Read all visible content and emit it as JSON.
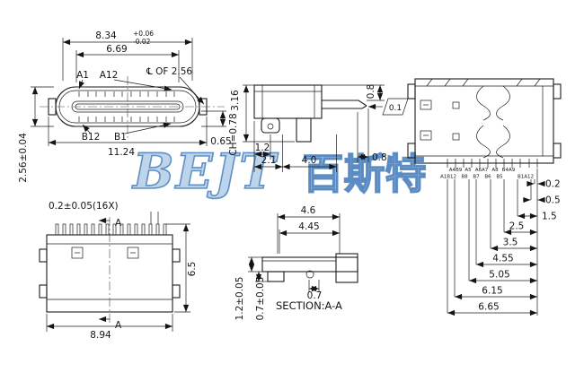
{
  "watermark": {
    "latin": "BEJT",
    "cjk": "百斯特"
  },
  "front": {
    "w_outer": "8.34",
    "w_outer_tol_plus": "+0.06",
    "w_outer_tol_minus": "-0.02",
    "w_inner": "6.69",
    "pin_a1": "A1",
    "pin_a12": "A12",
    "cl_note": "℄ OF 2.56",
    "pin_b12": "B12",
    "pin_b1": "B1",
    "w_total": "11.24",
    "h_step": "0.65",
    "chamfer": "CH=0.78",
    "h_body": "2.56±0.04"
  },
  "side": {
    "h_total": "3.16",
    "h_lead": "0.8",
    "flatness": "0.1",
    "d1": "1.2",
    "d2": "2.1",
    "d3": "4.0",
    "d4": "0.8"
  },
  "footprint": {
    "pin_note": "0.2±0.05(16X)",
    "section_a": "A",
    "h": "6.5",
    "w": "8.94"
  },
  "section": {
    "d1": "4.6",
    "d2": "4.45",
    "d3": "0.7",
    "v1": "1.2±0.05",
    "v2": "0.7±0.05",
    "title": "SECTION:A-A"
  },
  "pinout": {
    "row_top": [
      "A4B9",
      "A5",
      "A6A7",
      "A8",
      "B4A9"
    ],
    "row_bottom": [
      "A1B12",
      "B8",
      "B7",
      "B6",
      "B5",
      "B1A12"
    ],
    "dims": [
      "0.2",
      "0.5",
      "1.5",
      "2.5",
      "3.5",
      "4.55",
      "5.05",
      "6.15",
      "6.65"
    ]
  }
}
